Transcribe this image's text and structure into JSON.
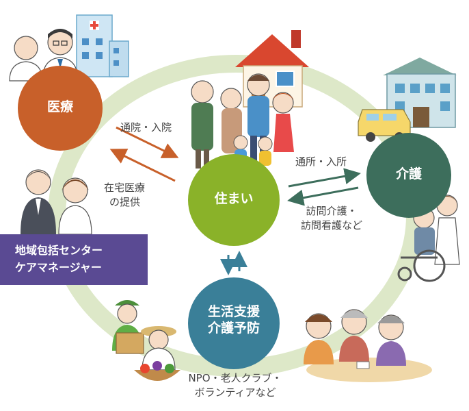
{
  "nodes": {
    "medical": "医療",
    "care": "介護",
    "home": "住まい",
    "support_line1": "生活支援",
    "support_line2": "介護予防"
  },
  "flows": {
    "hospital": "通院・入院",
    "home_medical_line1": "在宅医療",
    "home_medical_line2": "の提供",
    "daycare": "通所・入所",
    "visiting_line1": "訪問介護・",
    "visiting_line2": "訪問看護など",
    "npo_line1": "NPO・老人クラブ・",
    "npo_line2": "ボランティアなど"
  },
  "center_box": {
    "line1": "地域包括センター",
    "line2": "ケアマネージャー"
  },
  "colors": {
    "ring": "#dde8c8",
    "medical": "#c8602a",
    "care": "#3d6e5c",
    "home": "#8ab229",
    "support": "#3a7f98",
    "center_box": "#5a4a93",
    "arrow_medical": "#c8602a",
    "arrow_care": "#3d6e5c",
    "arrow_support": "#3a7f98"
  }
}
